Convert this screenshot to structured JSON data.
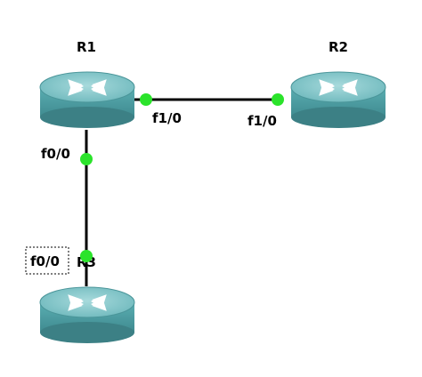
{
  "topology": {
    "routers": [
      {
        "id": "R1",
        "label": "R1",
        "icon": "router-icon"
      },
      {
        "id": "R2",
        "label": "R2",
        "icon": "router-icon"
      },
      {
        "id": "R3",
        "label": "R3",
        "icon": "router-icon"
      }
    ],
    "links": [
      {
        "id": "r1-r2",
        "a_port": "f1/0",
        "b_port": "f1/0"
      },
      {
        "id": "r1-r3",
        "a_port": "f0/0",
        "b_port": "f0/0"
      }
    ],
    "colors": {
      "router_body": "#4e9fa4",
      "router_top": "#7cc4c7",
      "port_up": "#2be32b",
      "link": "#000000"
    }
  }
}
